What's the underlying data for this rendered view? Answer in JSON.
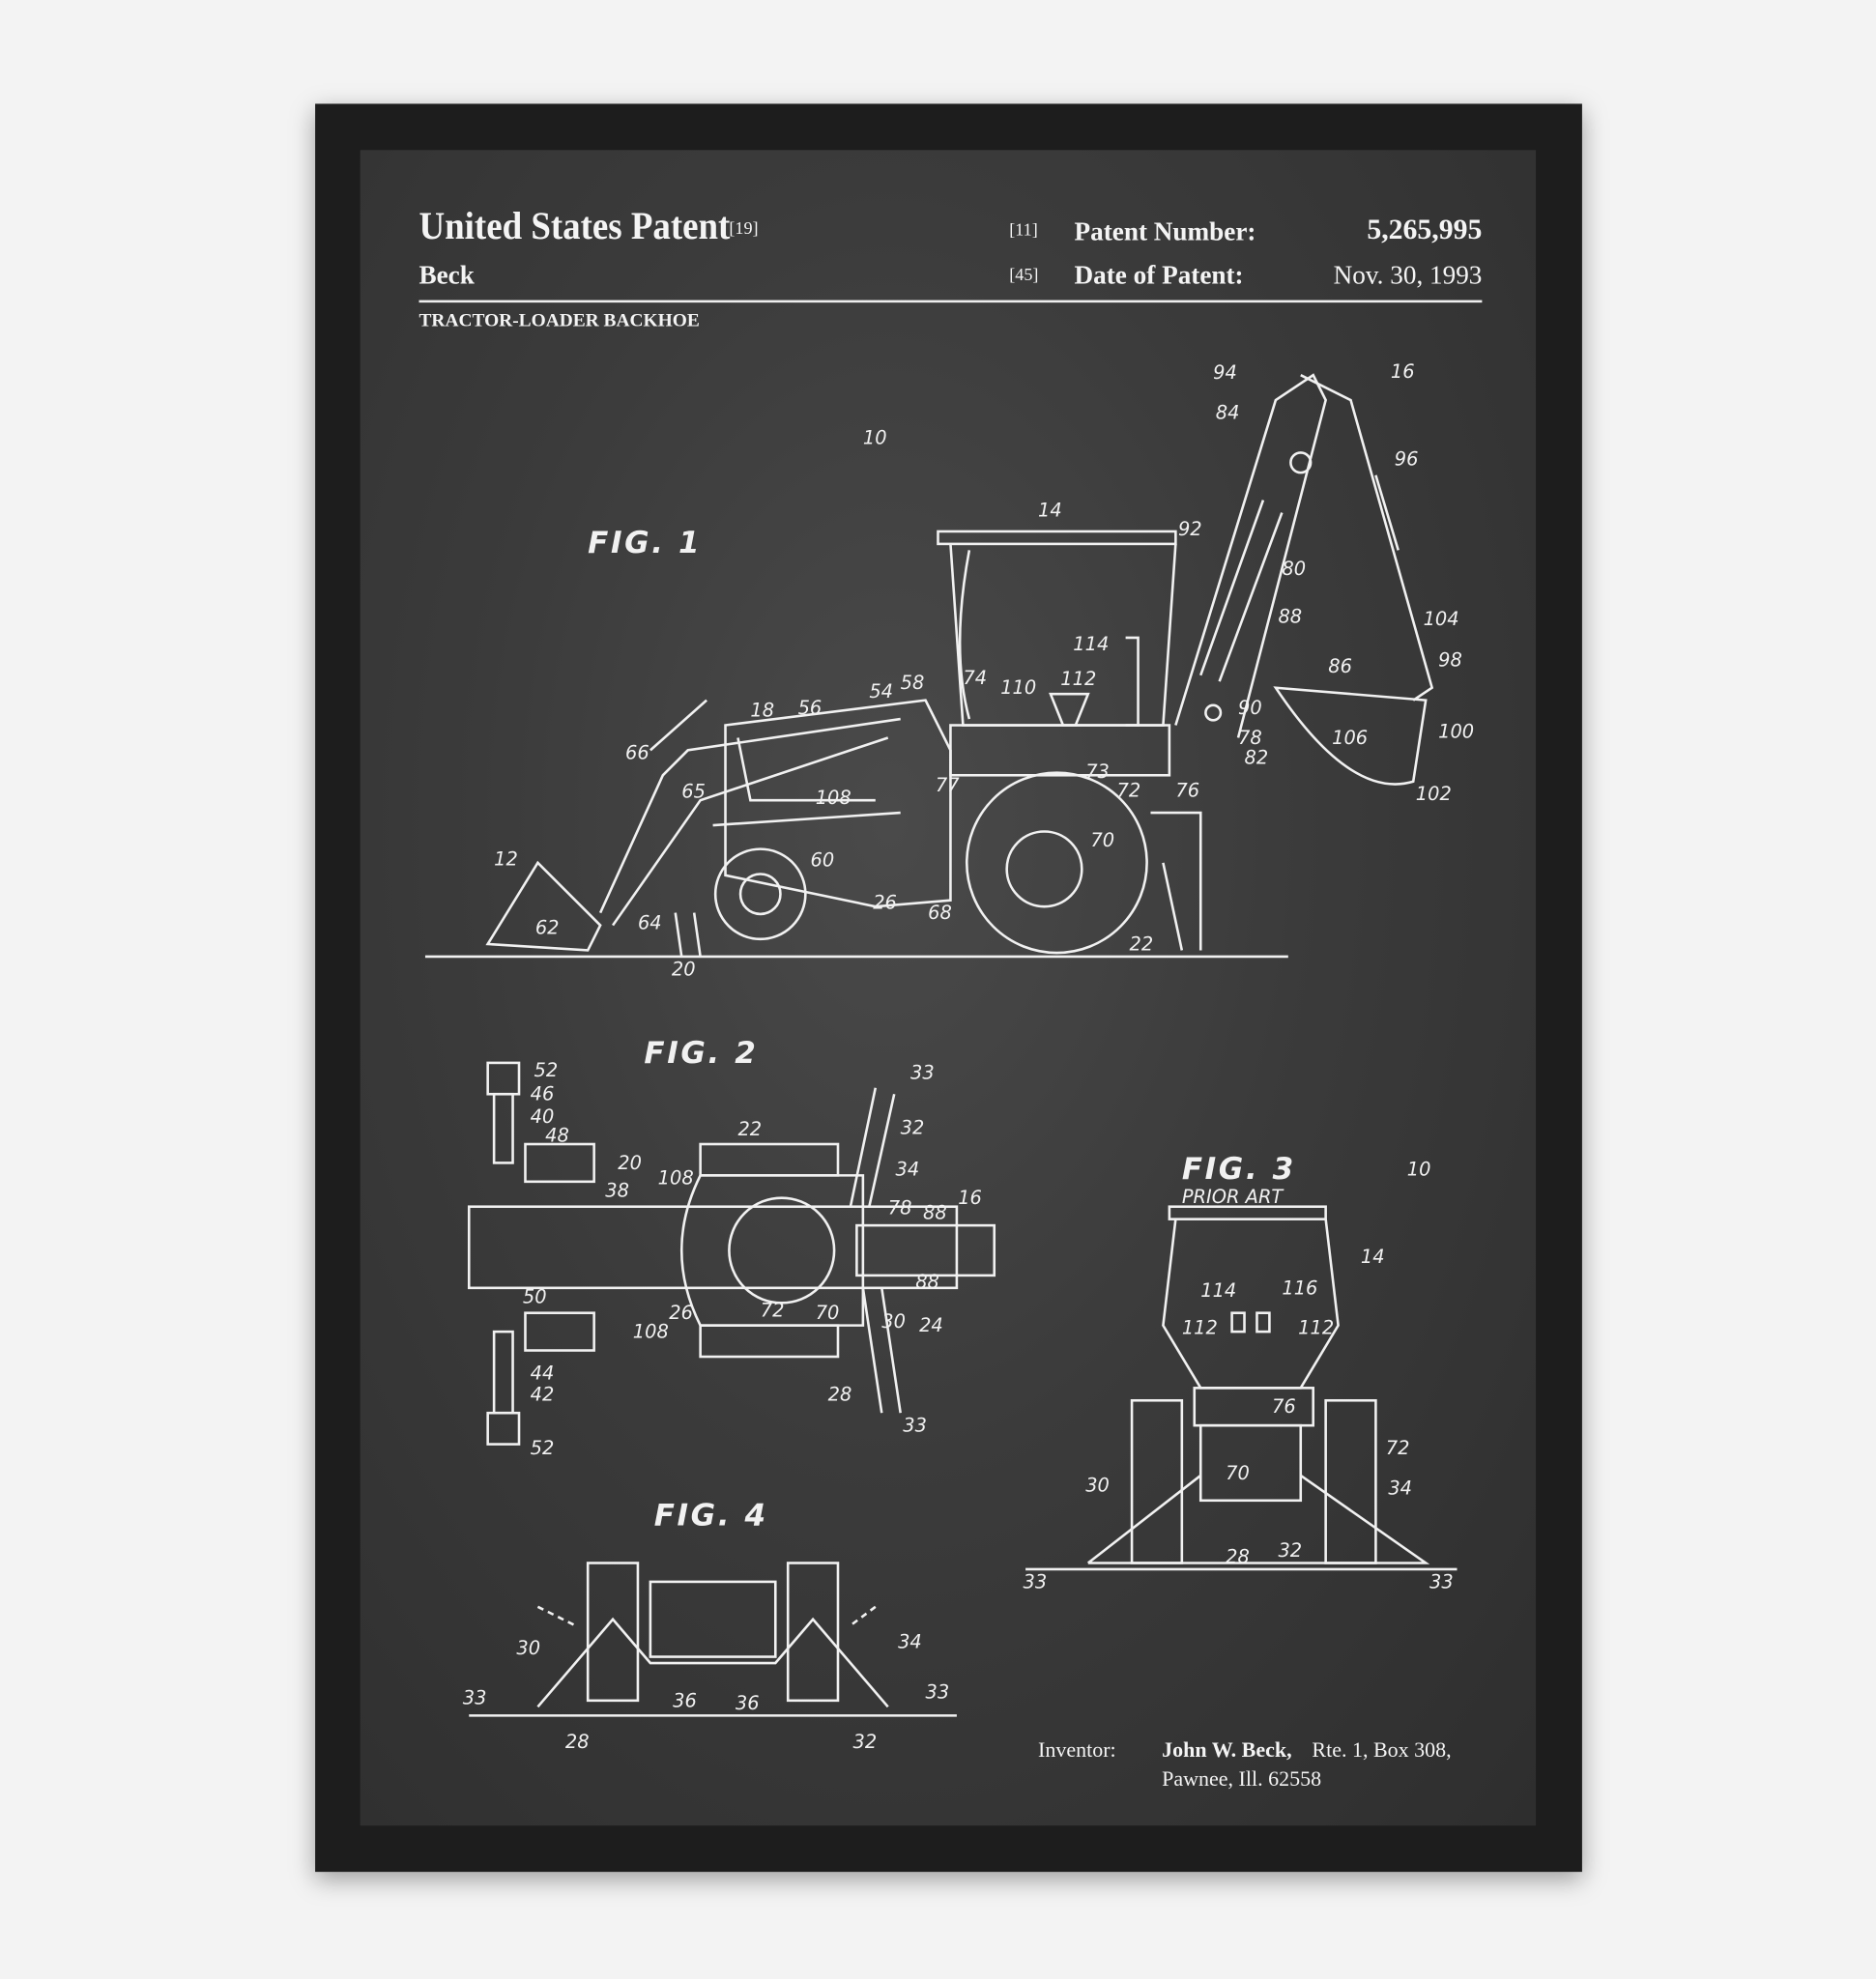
{
  "header": {
    "title": "United States Patent",
    "title_code": "[19]",
    "inventor_surname": "Beck",
    "number_code": "[11]",
    "number_label": "Patent Number:",
    "number_value": "5,265,995",
    "date_code": "[45]",
    "date_label": "Date of Patent:",
    "date_value": "Nov. 30, 1993",
    "invention_title": "TRACTOR-LOADER BACKHOE"
  },
  "footer": {
    "inventor_label": "Inventor:",
    "inventor_name": "John W. Beck,",
    "address_line1": "Rte. 1, Box 308,",
    "address_line2": "Pawnee, Ill. 62558"
  },
  "figures": {
    "fig1": {
      "title": "FIG. 1",
      "labels": [
        "10",
        "14",
        "16",
        "94",
        "84",
        "96",
        "92",
        "80",
        "88",
        "104",
        "98",
        "86",
        "114",
        "74",
        "110",
        "112",
        "58",
        "54",
        "56",
        "18",
        "90",
        "78",
        "82",
        "106",
        "100",
        "102",
        "66",
        "65",
        "108",
        "77",
        "73",
        "72",
        "76",
        "70",
        "60",
        "12",
        "26",
        "68",
        "62",
        "64",
        "22",
        "20"
      ]
    },
    "fig2": {
      "title": "FIG. 2",
      "labels": [
        "52",
        "46",
        "40",
        "48",
        "20",
        "38",
        "108",
        "22",
        "33",
        "32",
        "34",
        "16",
        "78",
        "88",
        "88",
        "50",
        "108",
        "26",
        "72",
        "70",
        "30",
        "24",
        "28",
        "33",
        "44",
        "42",
        "52"
      ]
    },
    "fig3": {
      "title": "FIG. 3",
      "subtitle": "PRIOR ART",
      "labels": [
        "10",
        "14",
        "114",
        "116",
        "112",
        "112",
        "76",
        "72",
        "70",
        "30",
        "34",
        "28",
        "32",
        "33",
        "33"
      ]
    },
    "fig4": {
      "title": "FIG. 4",
      "labels": [
        "30",
        "34",
        "33",
        "33",
        "36",
        "36",
        "28",
        "32"
      ]
    }
  },
  "colors": {
    "board": "#3b3b3b",
    "chalk": "#f1f1f1",
    "frame": "#1d1d1d",
    "wall": "#f3f3f3"
  }
}
